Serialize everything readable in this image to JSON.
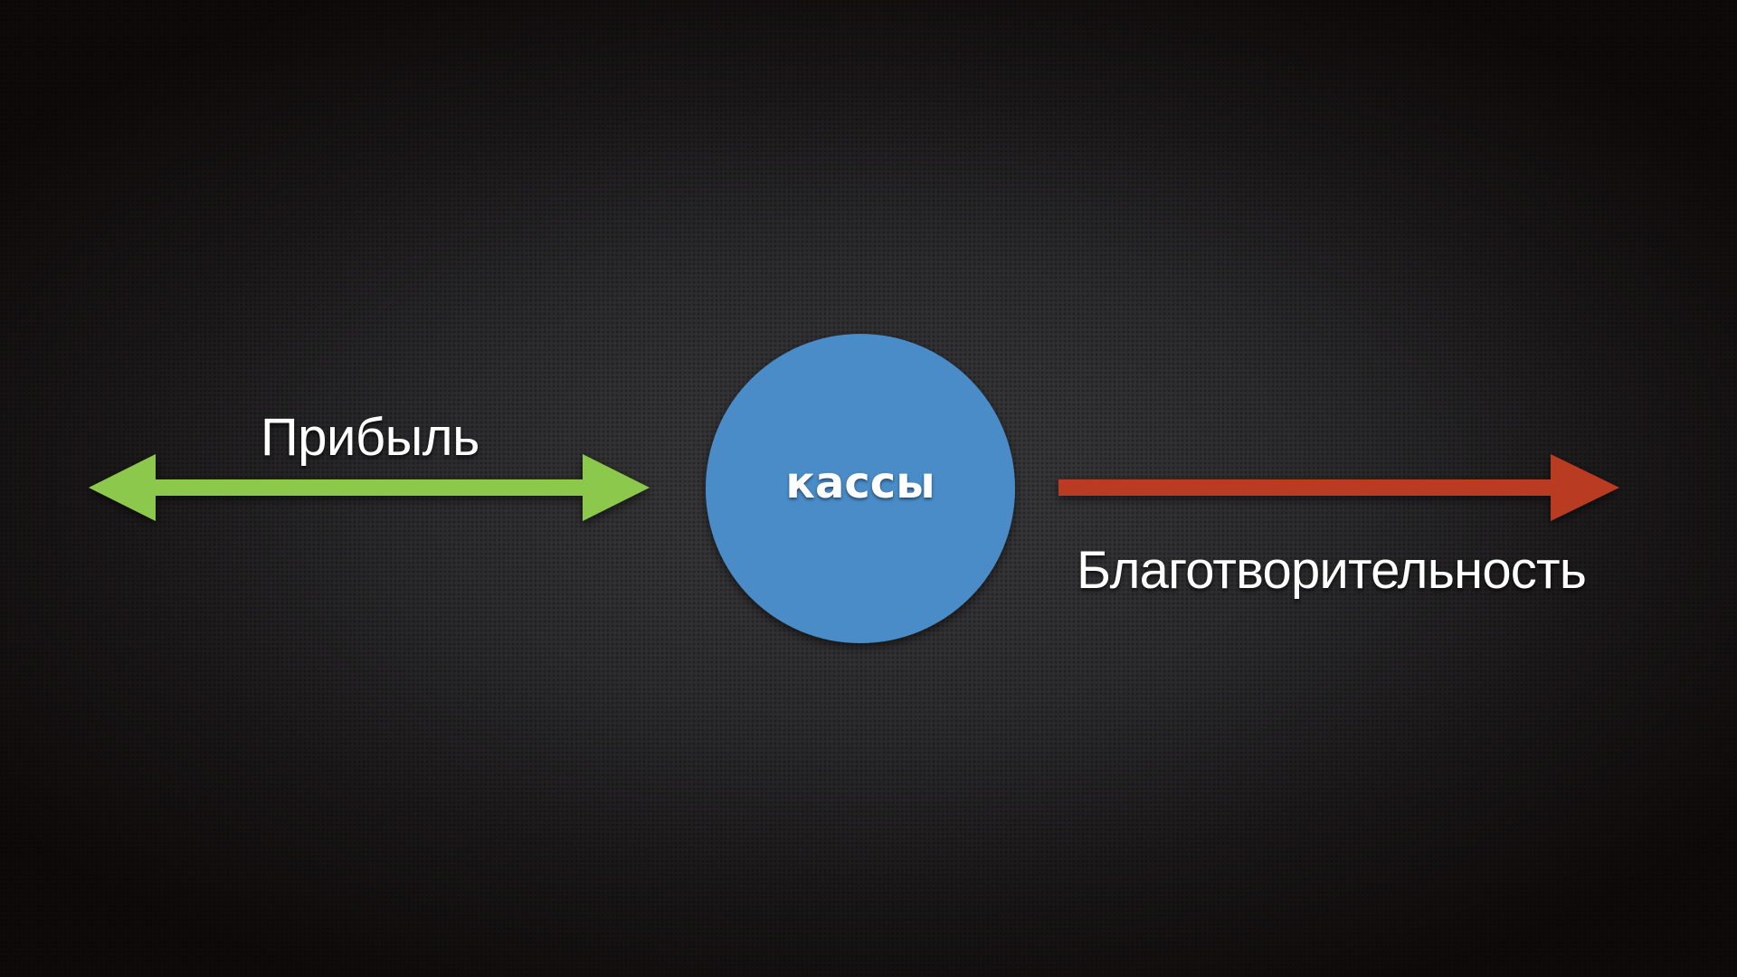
{
  "diagram": {
    "left_label": "Прибыль",
    "center_label": "кассы",
    "right_label": "Благотворительность"
  },
  "colors": {
    "left_arrow": "#8cc84b",
    "center_circle": "#4a8cc8",
    "right_arrow": "#b83a24",
    "text": "#ffffff"
  },
  "icons": {
    "left_arrow": "double-headed-arrow",
    "right_arrow": "right-arrow"
  }
}
